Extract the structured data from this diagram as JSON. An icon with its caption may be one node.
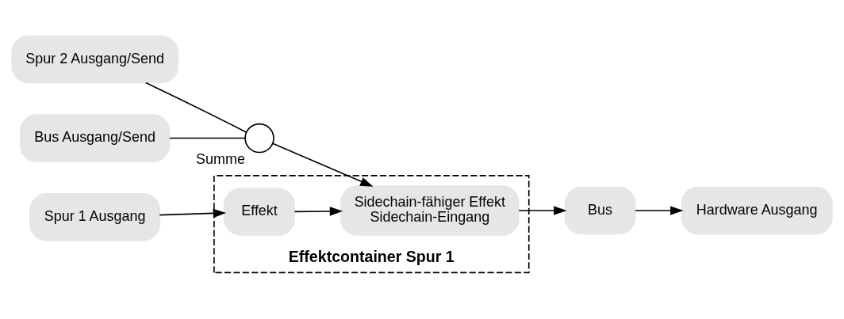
{
  "diagram": {
    "nodes": [
      {
        "text": [
          "Effektcontainer Spur 1"
        ]
      },
      {
        "text": [
          "Spur 1 Ausgang"
        ]
      },
      {
        "text": [
          "Effekt"
        ],
        "in": 0
      },
      {
        "text": [
          "Sidechain-fähiger Effekt",
          "Sidechain-Eingang"
        ],
        "in": 0
      },
      {
        "text": [
          "Bus"
        ]
      },
      {
        "text": [
          "Hardware Ausgang"
        ]
      },
      {
        "text": [
          "Spur 2 Ausgang/Send"
        ]
      },
      {
        "text": [],
        "shape": "circle",
        "beside": [
          "Summe"
        ]
      },
      {
        "text": [
          "Bus Ausgang/Send"
        ]
      }
    ],
    "edges": [
      {
        "from": 1,
        "to": 2,
        "arrow": "to"
      },
      {
        "from": 2,
        "to": 3,
        "arrow": "to"
      },
      {
        "from": 3,
        "to": 4,
        "arrow": "to"
      },
      {
        "from": 4,
        "to": 5,
        "arrow": "to"
      },
      {
        "from": 6,
        "to": 7,
        "arrow": "none"
      },
      {
        "from": 8,
        "to": 7,
        "arrow": "none"
      },
      {
        "from": 7,
        "to": 3,
        "arrow": "to"
      }
    ]
  }
}
